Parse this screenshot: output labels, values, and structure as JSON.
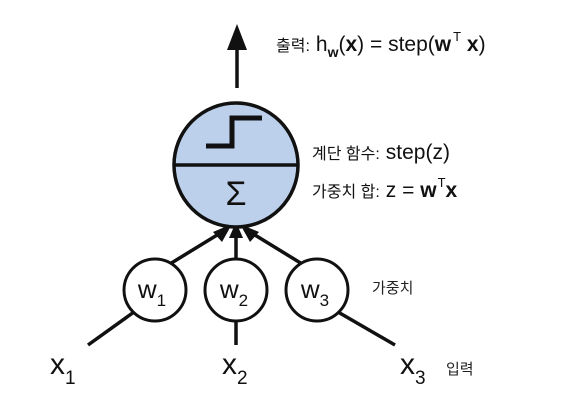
{
  "output_label": {
    "korean": "출력:",
    "h": "h",
    "sub_w": "w",
    "open": "(",
    "x": "x",
    "mid": ") = step(",
    "w": "w",
    "sup_T": "T",
    "x2": " x",
    "close": ")"
  },
  "step_label": {
    "korean": "계단 함수:",
    "formula": "step(z)"
  },
  "sum_label": {
    "korean": "가중치 합:",
    "formula_pre": "z = ",
    "w": "w",
    "sup_T": "T",
    "x": "x"
  },
  "sum_symbol": "Σ",
  "weights": [
    {
      "main": "w",
      "sub": "1"
    },
    {
      "main": "w",
      "sub": "2"
    },
    {
      "main": "w",
      "sub": "3"
    }
  ],
  "weights_label": "가중치",
  "inputs": [
    {
      "main": "x",
      "sub": "1"
    },
    {
      "main": "x",
      "sub": "2"
    },
    {
      "main": "x",
      "sub": "3"
    }
  ],
  "inputs_label": "입력",
  "colors": {
    "tlu_fill": "#bcd0ec",
    "stroke": "#111111"
  }
}
